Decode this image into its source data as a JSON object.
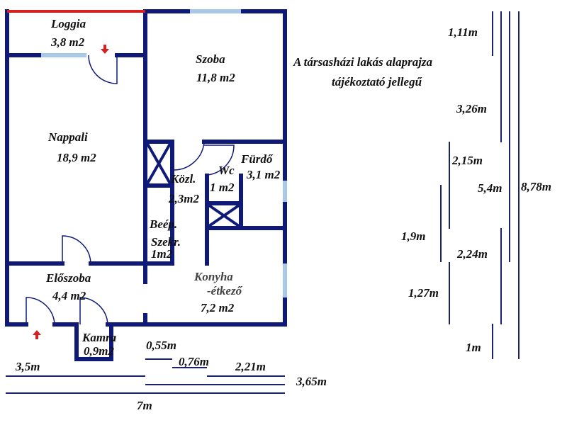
{
  "title_lines": [
    "A társasházi lakás alaprajza",
    "tájékoztató jellegű"
  ],
  "rooms": [
    {
      "name": "Loggia",
      "area": "3,8 m2"
    },
    {
      "name": "Szoba",
      "area": "11,8 m2"
    },
    {
      "name": "Nappali",
      "area": "18,9 m2"
    },
    {
      "name": "Fürdő",
      "area": "3,1 m2"
    },
    {
      "name": "Wc",
      "area": "1 m2"
    },
    {
      "name": "Közl.",
      "area": "2,3m2"
    },
    {
      "name": "Beép.",
      "name2": "Szekr.",
      "area": "1m2"
    },
    {
      "name": "Előszoba",
      "area": "4,4 m2"
    },
    {
      "name": "Konyha",
      "name2": "-étkező",
      "area": "7,2 m2"
    },
    {
      "name": "Kamra",
      "area": "0,9m2"
    }
  ],
  "dimensions": {
    "horizontal": [
      "3,5m",
      "0,55m",
      "0,76m",
      "2,21m",
      "3,65m",
      "7m"
    ],
    "vertical": [
      "1,11m",
      "3,26m",
      "2,15m",
      "5,4m",
      "8,78m",
      "1,9m",
      "2,24m",
      "1,27m",
      "1m"
    ]
  },
  "colors": {
    "wall": "#0f1a78",
    "window": "#a9c8e8",
    "loggia_edge": "#d42020",
    "arrow": "#d42020",
    "dim_line": "#1a2270"
  }
}
